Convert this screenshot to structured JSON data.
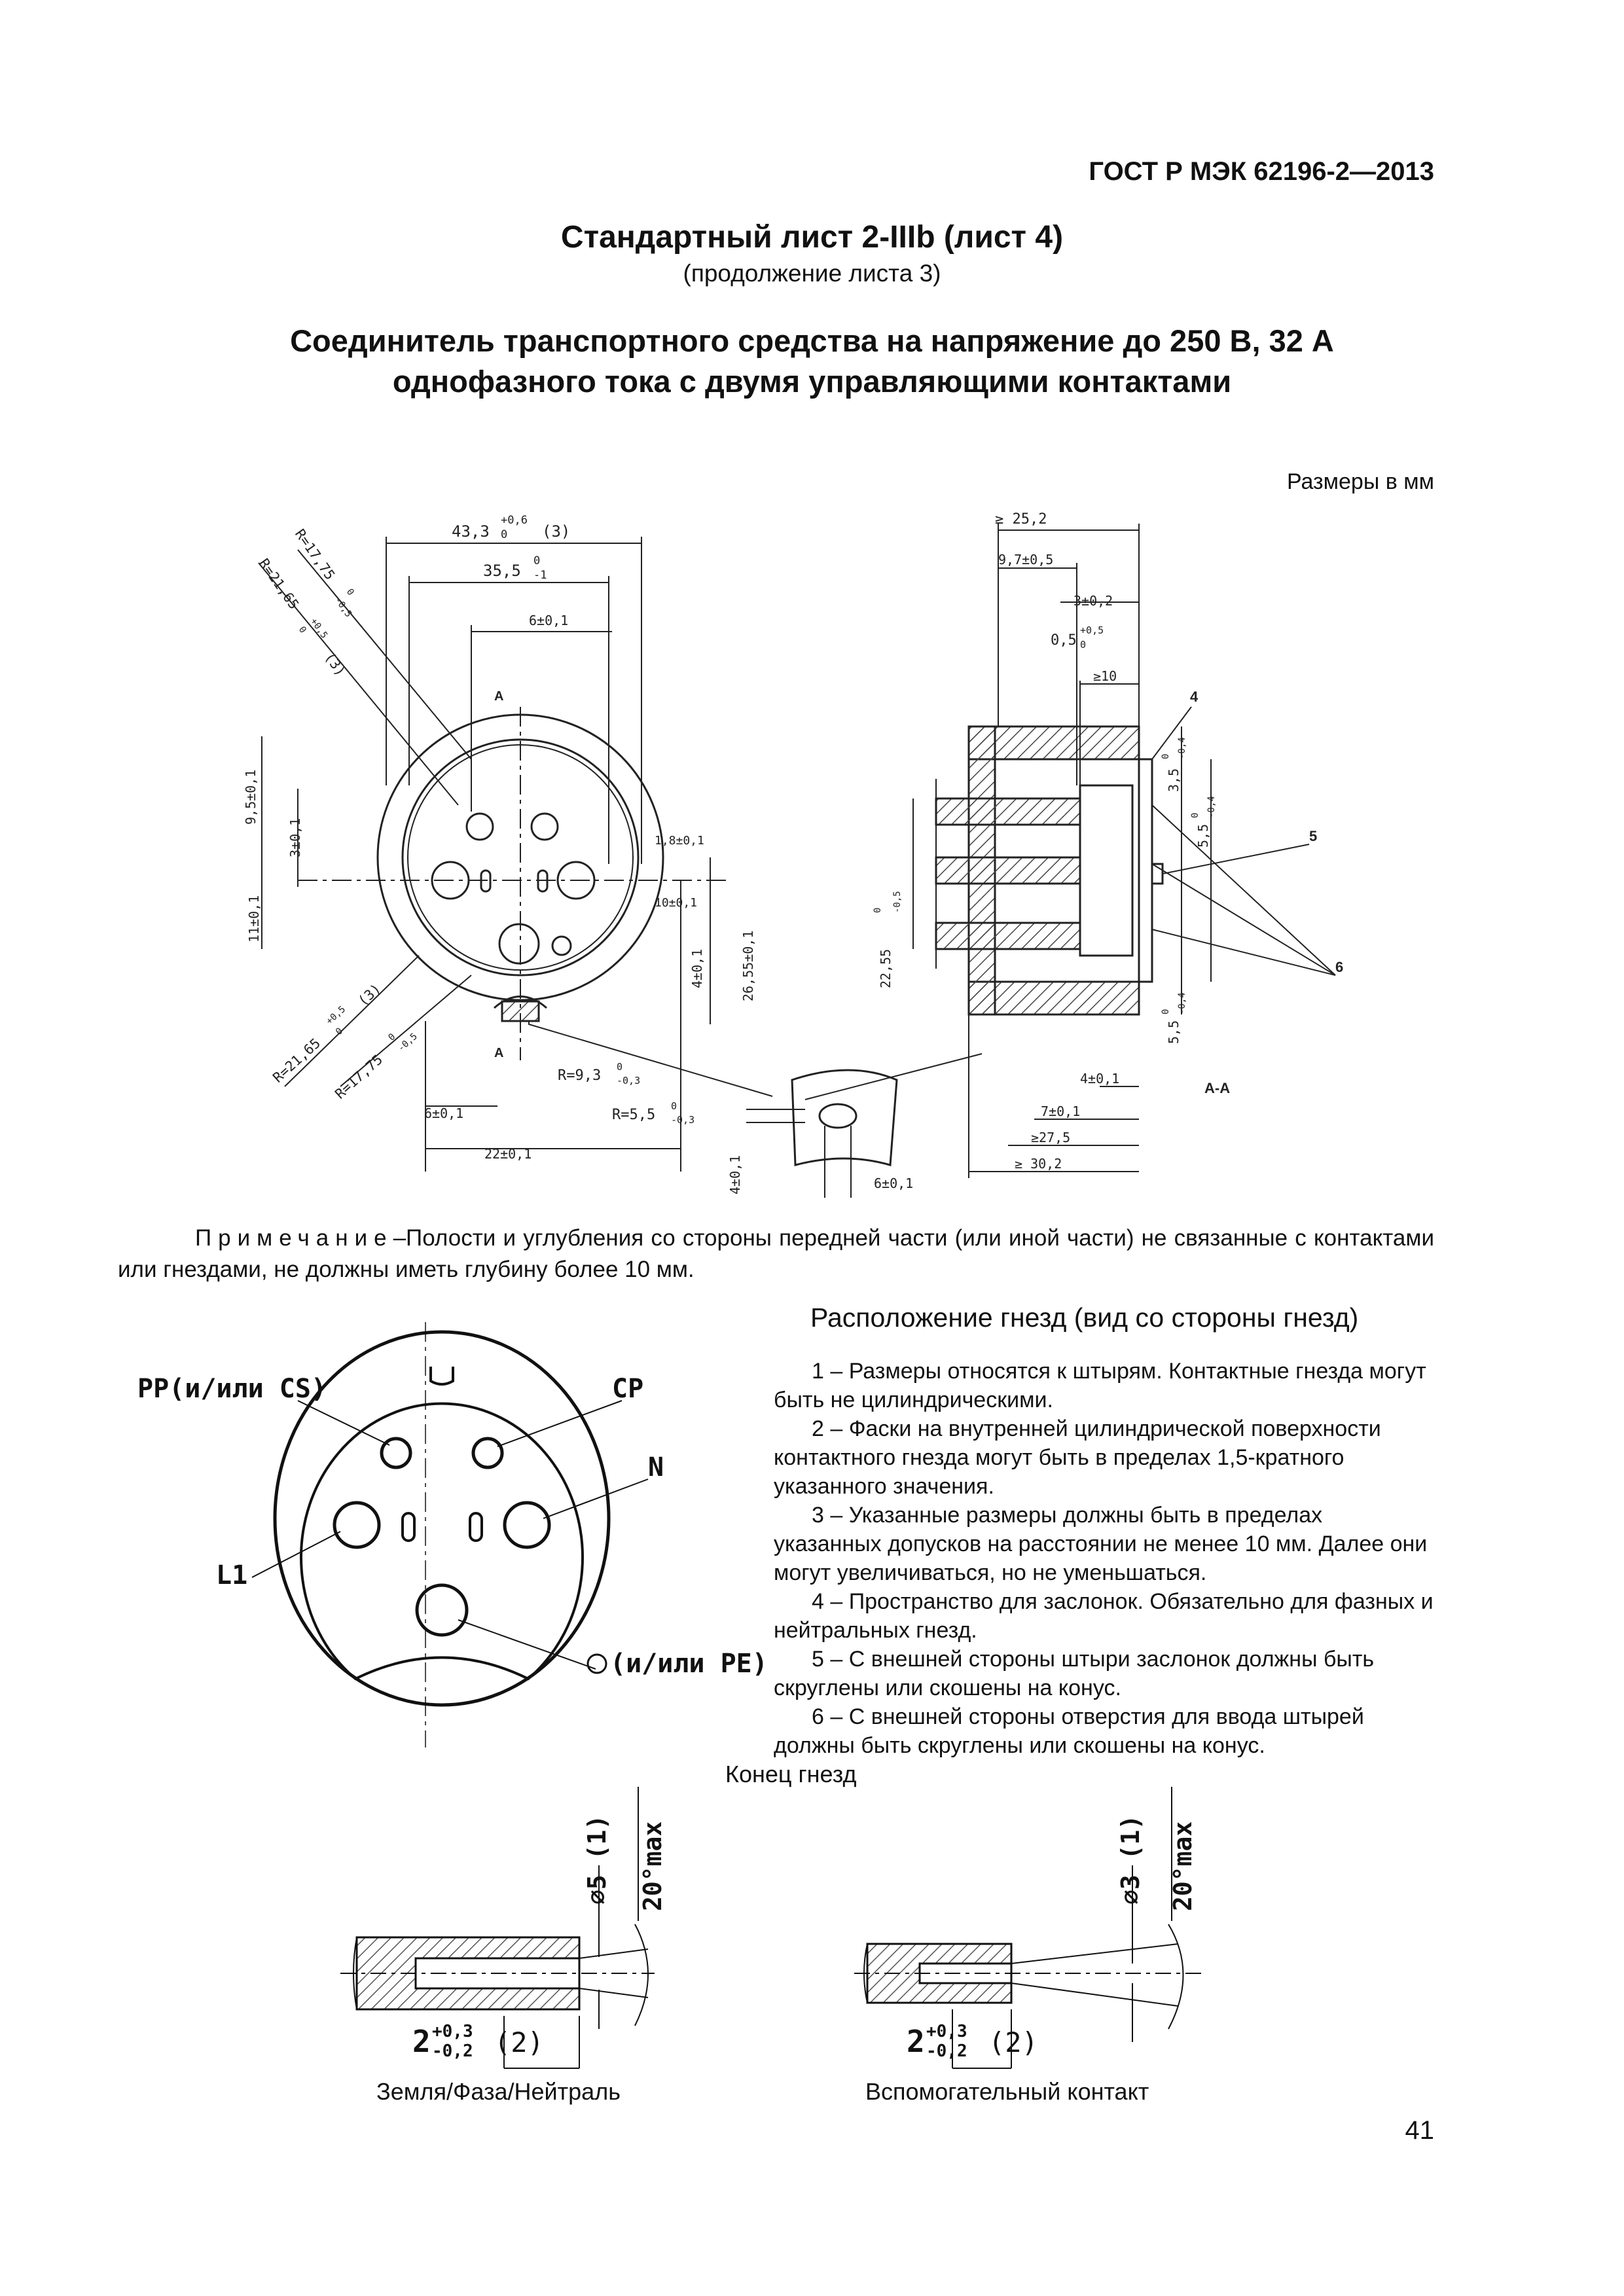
{
  "header": {
    "standard": "ГОСТ Р МЭК 62196-2—2013"
  },
  "title": {
    "sheet": "Стандартный лист 2-IIIb (лист 4)",
    "continuation": "(продолжение листа 3)",
    "name_line1": "Соединитель транспортного средства на напряжение до 250 В, 32 А",
    "name_line2": "однофазного тока с двумя управляющими контактами"
  },
  "units_note": "Размеры в мм",
  "drawing1": {
    "dims": {
      "d43": "43,3",
      "d43_tol": "+0,6",
      "d43_tol2": "0",
      "d43_ref": "(3)",
      "d35": "35,5",
      "d35_tol": "0",
      "d35_tol2": "-1",
      "d6top": "6±0,1",
      "r1775": "R=17,75",
      "r1775_tol": "0",
      "r1775_tol2": "-0,5",
      "r2165": "R=21,65",
      "r2165_tol": "+0,5",
      "r2165_tol2": "0",
      "r_ref": "(3)",
      "d95": "9,5±0,1",
      "d3": "3±0,1",
      "d11": "11±0,1",
      "d18": "1,8±0,1",
      "d10": "10±0,1",
      "d4v": "4±0,1",
      "d2655": "26,55±0,1",
      "r93": "R=9,3",
      "r93_tol": "0",
      "r93_tol2": "-0,3",
      "r55": "R=5,5",
      "r55_tol": "0",
      "r55_tol2": "-0,3",
      "d6bot": "6±0,1",
      "d22": "22±0,1",
      "d4b": "4±0,1",
      "d6b": "6±0,1",
      "sec": "A",
      "b252": "≥ 25,2",
      "b97": "9,7±0,5",
      "b3": "3±0,2",
      "b05": "0,5",
      "b05_tol": "+0,5",
      "b05_tol2": "0",
      "b10": "≥10",
      "b35": "3,5",
      "b35_tol": "0",
      "b35_tol2": "-0,4",
      "b55a": "5,5",
      "b55a_tol": "0",
      "b55a_tol2": "-0,4",
      "b2255": "22,55",
      "b2255_tol": "0",
      "b2255_tol2": "-0,5",
      "b55b": "5,5",
      "b55b_tol": "0",
      "b55b_tol2": "-0,4",
      "b4": "4±0,1",
      "b7": "7±0,1",
      "b275": "≥27,5",
      "b302": "≥ 30,2",
      "c4": "4",
      "c5": "5",
      "c6": "6",
      "aa": "A-A"
    }
  },
  "note": {
    "label": "Примечание",
    "text": "–Полости и углубления со стороны передней части (или иной части) не связанные с контактами или гнездами, не должны иметь глубину  более 10 мм."
  },
  "socket_layout": {
    "title": "Расположение гнезд (вид со стороны гнезд)",
    "labels": {
      "pp": "PP(и/или CS)",
      "cp": "CP",
      "n": "N",
      "l1": "L1",
      "pe": "(и/или PE)"
    }
  },
  "notes": [
    "1 – Размеры относятся к штырям. Контактные гнезда могут быть не цилиндрическими.",
    "2 – Фаски на внутренней цилиндрической поверхности контактного гнезда могут быть в пределах 1,5-кратного указанного значения.",
    "3 – Указанные размеры должны быть в пределах указанных допусков на расстоянии не менее 10 мм. Далее они могут увеличиваться, но не уменьшаться.",
    "4 – Пространство для заслонок. Обязательно для фазных и нейтральных гнезд.",
    "5 – С внешней стороны штыри заслонок должны быть скруглены или скошены на конус.",
    "6 – С внешней стороны отверстия для ввода штырей должны быть скруглены или скошены на конус."
  ],
  "socket_end": {
    "title": "Конец гнезд",
    "left": {
      "diameter": "⌀5 (1)",
      "angle": "20°max",
      "depth": "2",
      "depth_tol": "+0,3",
      "depth_tol2": "-0,2",
      "depth_ref": "(2)",
      "caption": "Земля/Фаза/Нейтраль"
    },
    "right": {
      "diameter": "⌀3 (1)",
      "angle": "20°max",
      "depth": "2",
      "depth_tol": "+0,3",
      "depth_tol2": "-0,2",
      "depth_ref": "(2)",
      "caption": "Вспомогательный контакт"
    }
  },
  "page_number": "41"
}
